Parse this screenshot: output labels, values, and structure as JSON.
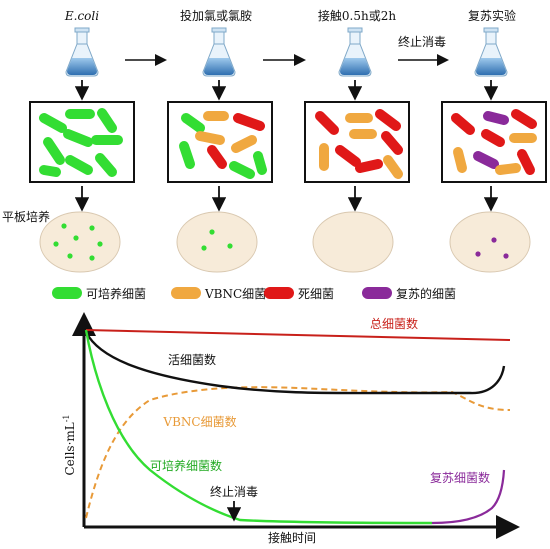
{
  "top": {
    "steps": [
      "E.coli",
      "投加氯或氯胺",
      "接触0.5h或2h",
      "复苏实验"
    ],
    "arrow_label": "终止消毒",
    "plate_label": "平板培养"
  },
  "legend": [
    {
      "label": "可培养细菌",
      "color": "#33dd33"
    },
    {
      "label": "VBNC细菌",
      "color": "#f0a840"
    },
    {
      "label": "死细菌",
      "color": "#e01818"
    },
    {
      "label": "复苏的细菌",
      "color": "#8a2a9a"
    }
  ],
  "chart": {
    "ylabel": "Cells·mL",
    "ylabel_sup": "-1",
    "xlabel": "接触时间",
    "series_labels": {
      "total": "总细菌数",
      "live": "活细菌数",
      "vbnc": "VBNC细菌数",
      "culturable": "可培养细菌数",
      "revived": "复苏细菌数"
    },
    "stop_label": "终止消毒"
  },
  "colors": {
    "green": "#33dd33",
    "orange": "#f0a840",
    "red": "#e01818",
    "purple": "#8a2a9a",
    "plate": "#f7ebd9",
    "flask": "#6aa8d8"
  }
}
